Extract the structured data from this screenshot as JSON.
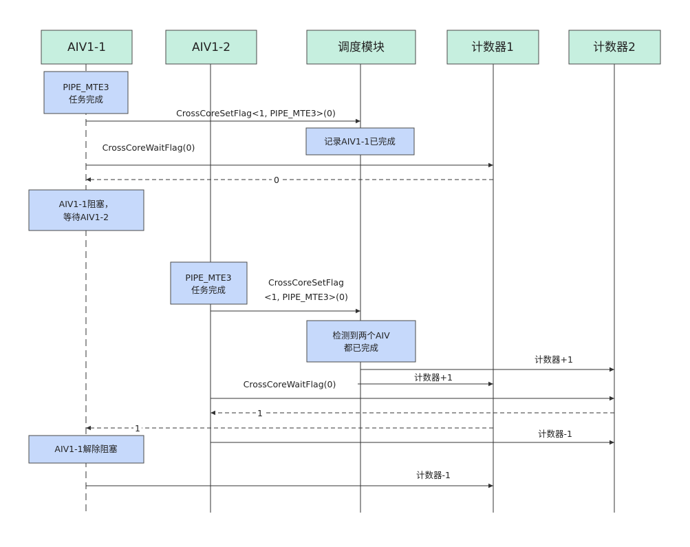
{
  "headers": {
    "aiv1_1": "AIV1-1",
    "aiv1_2": "AIV1-2",
    "scheduler": "调度模块",
    "counter1": "计数器1",
    "counter2": "计数器2"
  },
  "notes": {
    "pipe_done_1": [
      "PIPE_MTE3",
      "任务完成"
    ],
    "record_done": [
      "记录AIV1-1已完成"
    ],
    "blocked": [
      "AIV1-1阻塞，",
      "等待AIV1-2"
    ],
    "pipe_done_2": [
      "PIPE_MTE3",
      "任务完成"
    ],
    "both_done": [
      "检测到两个AIV",
      "都已完成"
    ],
    "unblocked": [
      "AIV1-1解除阻塞"
    ]
  },
  "messages": {
    "set_flag_1": [
      "CrossCoreSetFlag<1, PIPE_MTE3>(0)"
    ],
    "wait_flag_1": [
      "CrossCoreWaitFlag(0)"
    ],
    "return_0": [
      "0"
    ],
    "set_flag_2": [
      "CrossCoreSetFlag",
      "<1, PIPE_MTE3>(0)"
    ],
    "counter2_inc": [
      "计数器+1"
    ],
    "counter1_inc": [
      "计数器+1"
    ],
    "wait_flag_2": [
      "CrossCoreWaitFlag(0)"
    ],
    "return_1a": [
      "1"
    ],
    "return_1b": [
      "1"
    ],
    "counter2_dec": [
      "计数器-1"
    ],
    "counter1_dec": [
      "计数器-1"
    ]
  },
  "colors": {
    "header_fill": "#c6efdf",
    "header_stroke": "#4a4a4a",
    "note_fill": "#c6d9fb",
    "note_stroke": "#4a4a4a",
    "line": "#333333"
  }
}
